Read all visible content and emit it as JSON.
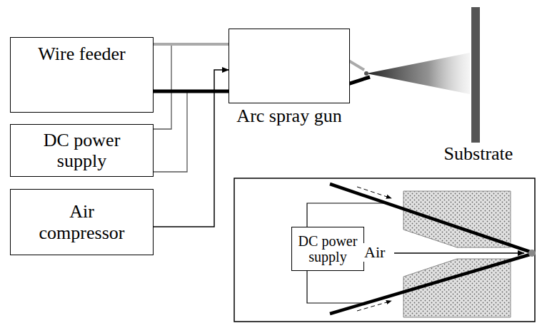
{
  "diagram": {
    "nodes": [
      {
        "text": [
          "Wire feeder"
        ]
      },
      {
        "text": [
          "DC power supply"
        ]
      },
      {
        "text": [
          "Air compressor"
        ]
      },
      {
        "text": [
          "Arc spray gun"
        ]
      },
      {
        "text": [
          "Substrate"
        ]
      },
      {
        "text": [
          "DC power supply"
        ]
      }
    ],
    "edges": [
      {
        "from": 0,
        "to": 3,
        "arrow": "none"
      },
      {
        "from": 0,
        "to": 3,
        "arrow": "none"
      },
      {
        "from": 2,
        "to": 3,
        "arrow": "to"
      }
    ],
    "labels": [
      "Air"
    ]
  }
}
